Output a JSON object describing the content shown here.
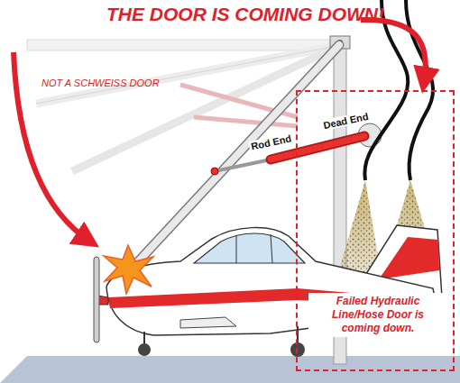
{
  "diagram": {
    "title": "THE DOOR IS COMING DOWN!",
    "nodes": [
      {
        "text": [
          "Failed Hydraulic Line/Hose Door is coming down."
        ]
      }
    ],
    "labels": [
      "NOT A SCHWEISS DOOR",
      "Rod End",
      "Dead End"
    ]
  }
}
